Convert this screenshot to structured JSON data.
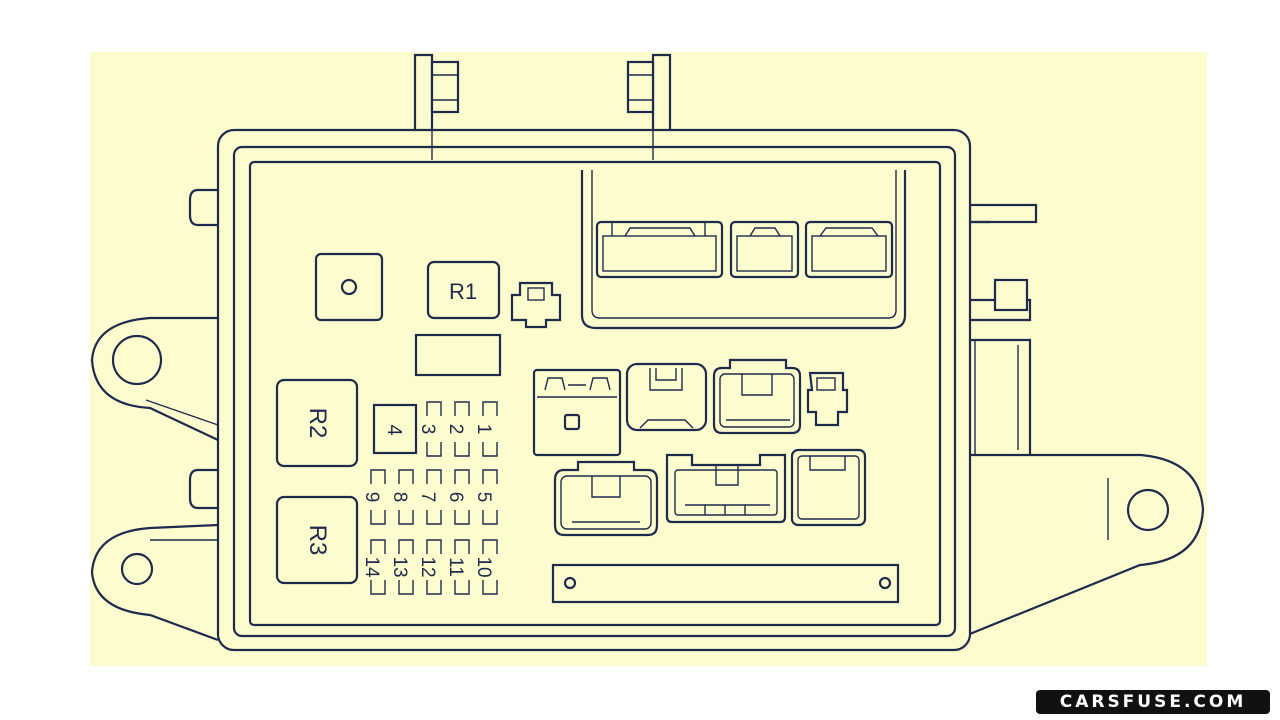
{
  "diagram": {
    "colors": {
      "background": "#fdfccf",
      "line": "#1f2b4d"
    },
    "relays": [
      {
        "label": "R1"
      },
      {
        "label": "R2"
      },
      {
        "label": "R3"
      }
    ],
    "large_fuse": {
      "label": "4"
    },
    "fuses": [
      "1",
      "2",
      "3",
      "5",
      "6",
      "7",
      "8",
      "9",
      "10",
      "11",
      "12",
      "13",
      "14"
    ]
  },
  "watermark": "carsfuse.com"
}
